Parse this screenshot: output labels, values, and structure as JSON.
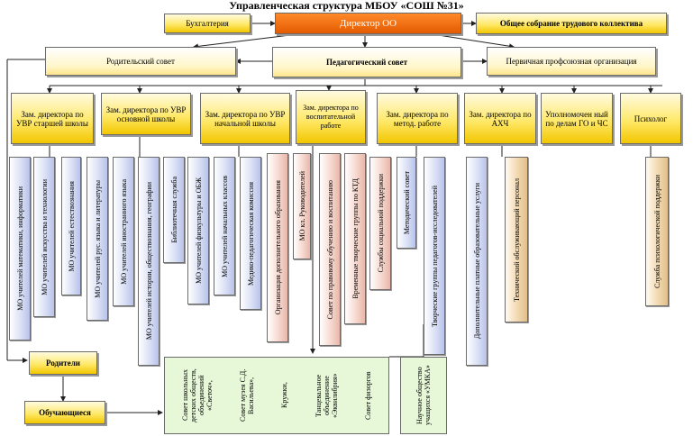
{
  "title": "Управленческая структура МБОУ «СОШ №31»",
  "top": {
    "accounting": "Бухгалтерия",
    "director": "Директор ОО",
    "general_meeting": "Общее собрание трудового коллектива"
  },
  "second": {
    "parents_council": "Родительский совет",
    "pedagogical_council": "Педагогический совет",
    "union": "Первичная  профсоюзная организация"
  },
  "deputies": [
    "Зам. директора по УВР старшей школы",
    "Зам. директора по УВР основной школы",
    "Зам. директора по УВР начальной школы",
    "Зам. директора по воспитательной работе",
    "Зам. директора по метод. работе",
    "Зам. директора по АХЧ",
    "Уполномочен ный по делам ГО и ЧС",
    "Психолог"
  ],
  "verticals": [
    "МО учителей математики, информатики",
    "МО учителей искусства и технологии",
    "МО учителей естествознания",
    "МО учителей рус. языка и литературы",
    "МО учителей иностранного языка",
    "МО учителей истории, обществознания, географии",
    "Библиотечная служба",
    "МО учителей физкультуры и ОБЖ",
    "МО учителей начальных классов",
    "Медико-педагогическая комиссия",
    "Организация дополнительного образования",
    "МО кл. Руководителей",
    "Совет по правовому обучению и воспитанию",
    "Временные творческие группы по КТД",
    "Службы социальной поддержки",
    "Методический совет",
    "Творческие группы педагогов-исследователей",
    "Дополнительные платные образовательные услуги",
    "Технический обслуживающий персонал",
    "Служба психологической поддержки"
  ],
  "bottom": {
    "parents": "Родители",
    "students": "Обучающиеся",
    "student_bodies": [
      "Совет школьных детских обществ, объединений «Светоч»,",
      "Совет музея С.Д. Васильева»,",
      "Кружки,",
      "Танцевальное объединение «Эквилибрия»",
      "Совет физоргов"
    ],
    "science_society": "Научное общество учащихся «УМКА»"
  }
}
